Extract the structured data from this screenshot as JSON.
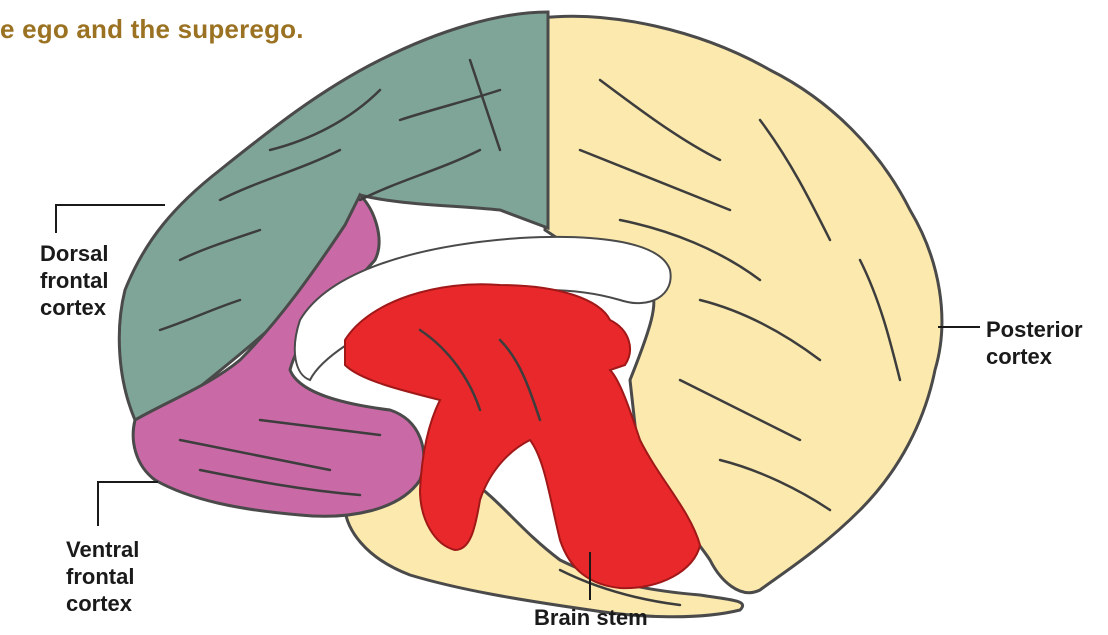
{
  "caption": "e ego and the superego.",
  "labels": {
    "dorsal": [
      "Dorsal",
      "frontal",
      "cortex"
    ],
    "ventral": [
      "Ventral",
      "frontal",
      "cortex"
    ],
    "posterior": [
      "Posterior",
      "cortex"
    ],
    "brainstem": "Brain stem"
  },
  "colors": {
    "dorsal_frontal": "#7fa598",
    "ventral_frontal": "#c96aa6",
    "posterior": "#fbe9ad",
    "brain_stem": "#e8282b",
    "outline": "#4a4a4a",
    "caption": "#9a7222"
  }
}
